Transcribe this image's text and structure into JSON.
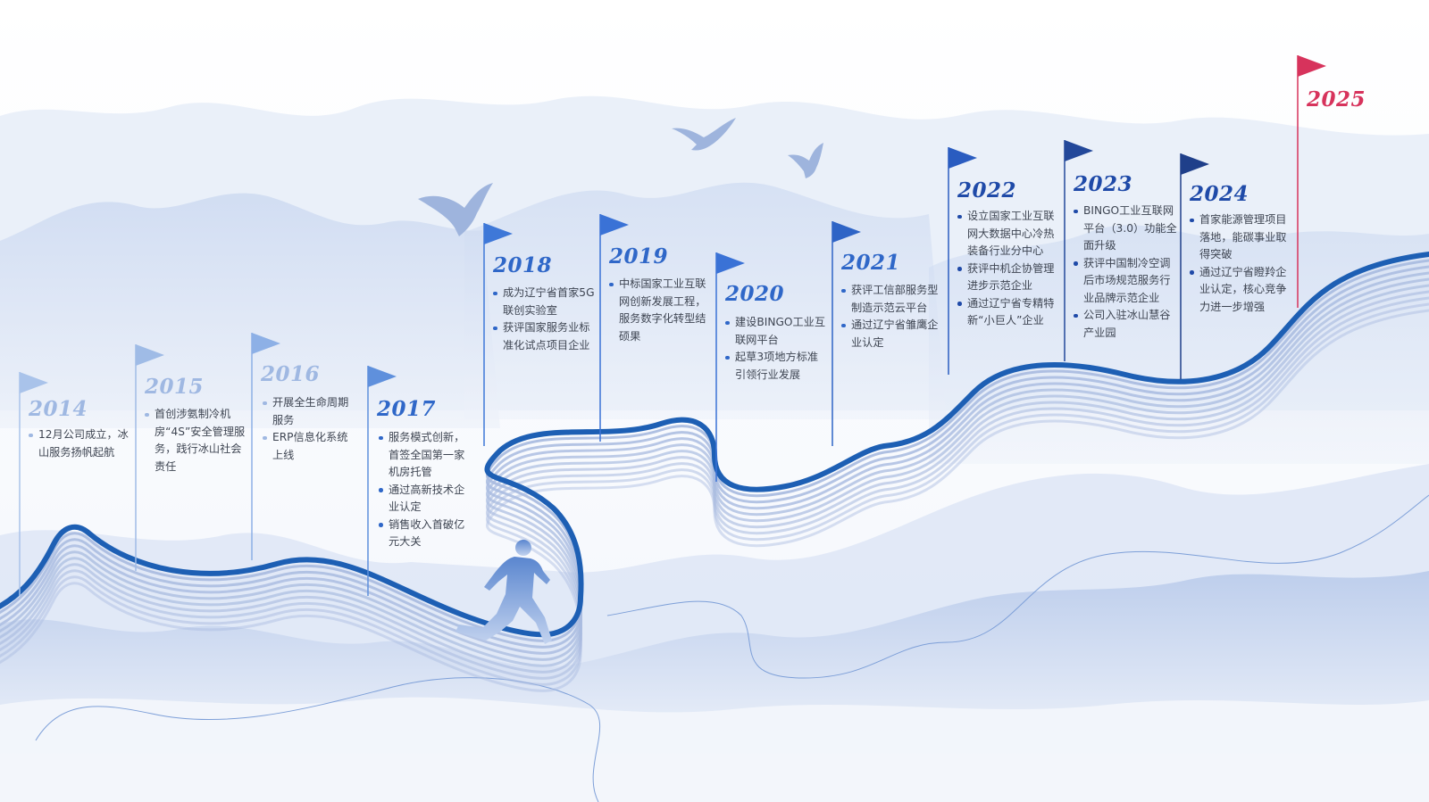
{
  "colors": {
    "road_outer": "#1d5fb4",
    "road_lines": "#aabce0",
    "mountain_light": "#e4ebf8",
    "mountain_mid": "#cbd8f0",
    "flag_early": "#9fbbe6",
    "flag_mid": "#3a72d6",
    "flag_late": "#1f3f8a",
    "flag_final": "#d7335c"
  },
  "milestones": [
    {
      "year": "2014",
      "events": [
        "12月公司成立，冰山服务扬帆起航"
      ]
    },
    {
      "year": "2015",
      "events": [
        "首创涉氨制冷机房“4S”安全管理服务，践行冰山社会责任"
      ]
    },
    {
      "year": "2016",
      "events": [
        "开展全生命周期服务",
        "ERP信息化系统上线"
      ]
    },
    {
      "year": "2017",
      "events": [
        "服务模式创新，首签全国第一家机房托管",
        "通过高新技术企业认定",
        "销售收入首破亿元大关"
      ]
    },
    {
      "year": "2018",
      "events": [
        "成为辽宁省首家5G联创实验室",
        "获评国家服务业标准化试点项目企业"
      ]
    },
    {
      "year": "2019",
      "events": [
        "中标国家工业互联网创新发展工程，服务数字化转型结硕果"
      ]
    },
    {
      "year": "2020",
      "events": [
        "建设BINGO工业互联网平台",
        "起草3项地方标准引领行业发展"
      ]
    },
    {
      "year": "2021",
      "events": [
        "获评工信部服务型制造示范云平台",
        "通过辽宁省雏鹰企业认定"
      ]
    },
    {
      "year": "2022",
      "events": [
        "设立国家工业互联网大数据中心冷热装备行业分中心",
        "获评中机企协管理进步示范企业",
        "通过辽宁省专精特新“小巨人”企业"
      ]
    },
    {
      "year": "2023",
      "events": [
        "BINGO工业互联网平台（3.0）功能全面升级",
        "获评中国制冷空调后市场规范服务行业品牌示范企业",
        "公司入驻冰山慧谷产业园"
      ]
    },
    {
      "year": "2024",
      "events": [
        "首家能源管理项目落地，能碳事业取得突破",
        "通过辽宁省瞪羚企业认定，核心竞争力进一步增强"
      ]
    },
    {
      "year": "2025",
      "events": []
    }
  ],
  "icons": {
    "bird": "bird-icon",
    "runner": "runner-icon",
    "flag": "flag-icon"
  }
}
